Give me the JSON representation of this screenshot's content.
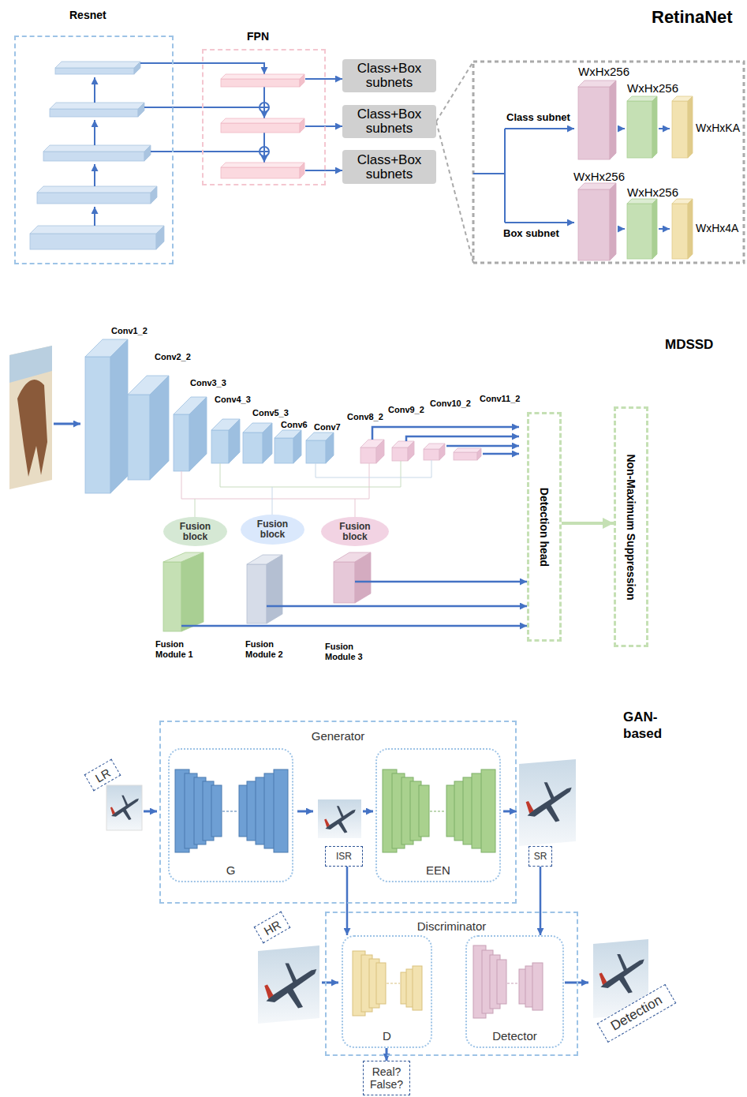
{
  "diagram": {
    "nodes": [
      {
        "text": [
          "Resnet"
        ]
      },
      {
        "text": [
          "FPN"
        ]
      },
      {
        "text": [
          "Class+Box subnets"
        ]
      },
      {
        "text": [
          "Class+Box subnets"
        ]
      },
      {
        "text": [
          "Class+Box subnets"
        ]
      },
      {
        "text": [
          "Fusion block"
        ]
      },
      {
        "text": [
          "Fusion block"
        ]
      },
      {
        "text": [
          "Fusion block"
        ]
      },
      {
        "text": [
          "Fusion Module 1"
        ]
      },
      {
        "text": [
          "Fusion Module 2"
        ]
      },
      {
        "text": [
          "Fusion Module 3"
        ]
      },
      {
        "text": [
          "Detection head"
        ]
      },
      {
        "text": [
          "Non-Maximum Suppression"
        ]
      },
      {
        "text": [
          "LR"
        ]
      },
      {
        "text": [
          "Generator"
        ]
      },
      {
        "text": [
          "G"
        ],
        "in": 14
      },
      {
        "text": [
          "EEN"
        ],
        "in": 14
      },
      {
        "text": [
          "ISR"
        ],
        "in": 14
      },
      {
        "text": [
          "SR"
        ]
      },
      {
        "text": [
          "HR"
        ]
      },
      {
        "text": [
          "Discriminator"
        ]
      },
      {
        "text": [
          "D"
        ],
        "in": 20
      },
      {
        "text": [
          "Detector"
        ],
        "in": 20
      },
      {
        "text": [
          "Real? False?"
        ]
      },
      {
        "text": [
          "Detection"
        ]
      }
    ],
    "edges": [
      {
        "from": 0,
        "to": 1,
        "arrow": "none"
      },
      {
        "from": 0,
        "to": 1,
        "arrow": "none"
      },
      {
        "from": 0,
        "to": 1,
        "arrow": "none"
      },
      {
        "from": 1,
        "to": 2,
        "arrow": "to"
      },
      {
        "from": 1,
        "to": 3,
        "arrow": "to"
      },
      {
        "from": 1,
        "to": 4,
        "arrow": "to"
      },
      {
        "from": 8,
        "to": 11,
        "arrow": "to"
      },
      {
        "from": 9,
        "to": 11,
        "arrow": "to"
      },
      {
        "from": 10,
        "to": 11,
        "arrow": "to"
      },
      {
        "from": 11,
        "to": 12,
        "arrow": "to"
      },
      {
        "from": 17,
        "to": 21,
        "arrow": "to"
      },
      {
        "from": 18,
        "to": 22,
        "arrow": "to"
      },
      {
        "from": 21,
        "to": 23,
        "arrow": "to"
      }
    ],
    "labels": [
      "RetinaNet",
      "Class subnet",
      "Box subnet",
      "WxHx256",
      "WxHx256",
      "WxHxKA",
      "WxHx256",
      "WxHx256",
      "WxHx4A",
      "MDSSD",
      "Conv1_2",
      "Conv2_2",
      "Conv3_3",
      "Conv4_3",
      "Conv5_3",
      "Conv6",
      "Conv7",
      "Conv8_2",
      "Conv9_2",
      "Conv10_2",
      "Conv11_2",
      "GAN-based"
    ]
  }
}
